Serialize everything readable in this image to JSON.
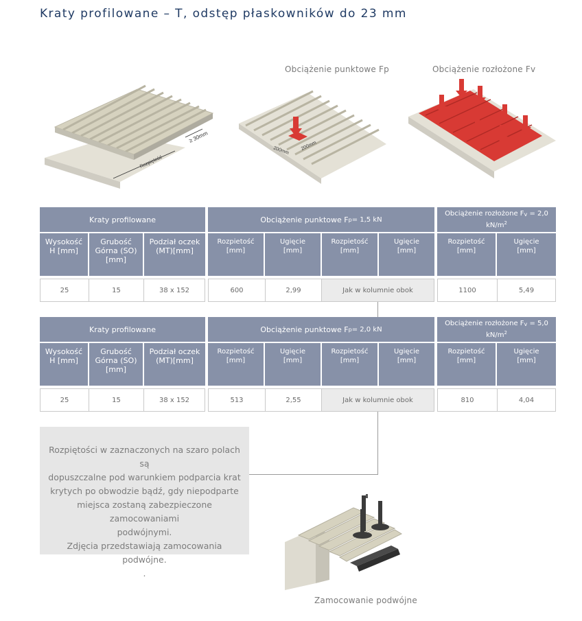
{
  "title": "Kraty profilowane – T, odstęp płaskowników do 23 mm",
  "images": [
    {
      "name": "grating-span",
      "labels": [
        "≥ 30mm",
        "Rozpiętość"
      ]
    },
    {
      "name": "grating-point-load",
      "caption": "Obciążenie punktowe  Fp",
      "labels": [
        "200mm",
        "200mm"
      ]
    },
    {
      "name": "grating-distributed-load",
      "caption": "Obciążenie rozłożone  Fv"
    },
    {
      "name": "double-fastening",
      "caption": "Zamocowanie podwójne"
    }
  ],
  "tables": [
    {
      "group_left": "Kraty profilowane",
      "group_mid_prefix": "Obciążenie punktowe  F",
      "group_mid_sub": "p",
      "group_mid_suffix": " = 1,5 kN",
      "group_right_prefix": "Obciążenie rozłożone  F",
      "group_right_sub": "v",
      "group_right_suffix": " = 2,0",
      "group_right_line2": "kN/m",
      "group_right_sup": "2",
      "headers": [
        "Wysokość H [mm]",
        "Grubość Górna (SO) [mm]",
        "Podział oczek (MT)[mm]",
        "Rozpietość [mm]",
        "Ugięcie [mm]",
        "Rozpietość [mm]",
        "Ugięcie [mm]",
        "Rozpietość [mm]",
        "Ugięcie [mm]"
      ],
      "row": [
        "25",
        "15",
        "38 x 152",
        "600",
        "2,99",
        "Jak w kolumnie obok",
        "1100",
        "5,49"
      ]
    },
    {
      "group_left": "Kraty profilowane",
      "group_mid_prefix": "Obciążenie punktowe  F",
      "group_mid_sub": "p",
      "group_mid_suffix": " = 2,0 kN",
      "group_right_prefix": "Obciążenie rozłożone  F",
      "group_right_sub": "v",
      "group_right_suffix": " = 5,0",
      "group_right_line2": "kN/m",
      "group_right_sup": "2",
      "headers": [
        "Wysokość H [mm]",
        "Grubość Górna (SO) [mm]",
        "Podział oczek (MT)[mm]",
        "Rozpietość [mm]",
        "Ugięcie [mm]",
        "Rozpietość [mm]",
        "Ugięcie [mm]",
        "Rozpietość [mm]",
        "Ugięcie [mm]"
      ],
      "row": [
        "25",
        "15",
        "38 x 152",
        "513",
        "2,55",
        "Jak w kolumnie obok",
        "810",
        "4,04"
      ]
    }
  ],
  "note": [
    "Rozpiętości w zaznaczonych na szaro polach są",
    "dopuszczalne pod warunkiem podparcia krat",
    "krytych po obwodzie bądź, gdy niepodparte",
    "miejsca zostaną zabezpieczone zamocowaniami",
    "podwójnymi.",
    "Zdjęcia przedstawiają zamocowania podwójne.",
    "."
  ],
  "colors": {
    "header": "#8791a8",
    "title": "#1f3a63",
    "grating": "#d6d2bf",
    "load": "#d83a34",
    "note_bg": "#e6e6e6"
  }
}
